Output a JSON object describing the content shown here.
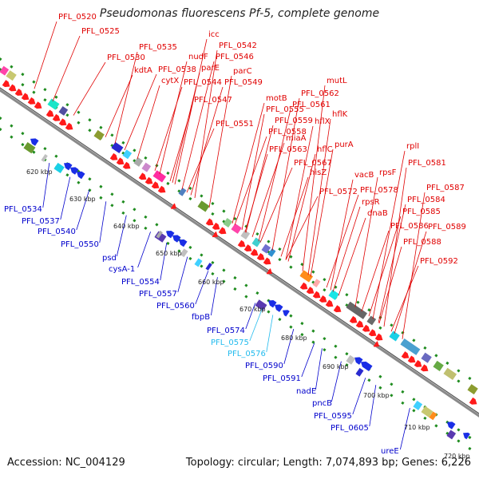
{
  "title": "Pseudomonas fluorescens Pf-5, complete genome",
  "footer": {
    "accession": "Accession: NC_004129",
    "summary": "Topology: circular; Length: 7,074,893 bp; Genes: 6,226"
  },
  "colors": {
    "forward_label": "#e00000",
    "reverse_label": "#0000cc",
    "rna_label": "#22bbee",
    "forward_arrow": "#ff1a1a",
    "reverse_arrow": "#1a2ee6",
    "backbone": "#8a8a8a",
    "tick": "#1f8c1f"
  },
  "scale_labels": [
    "620 kbp",
    "630 kbp",
    "640 kbp",
    "650 kbp",
    "660 kbp",
    "670 kbp",
    "680 kbp",
    "690 kbp",
    "700 kbp",
    "710 kbp",
    "720 kbp"
  ],
  "forward_genes": [
    "PFL_0520",
    "PFL_0525",
    "PFL_0530",
    "PFL_0535",
    "kdtA",
    "icc",
    "PFL_0542",
    "nudF",
    "PFL_0538",
    "cytX",
    "parE",
    "PFL_0546",
    "parC",
    "PFL_0544",
    "PFL_0549",
    "PFL_0547",
    "PFL_0551",
    "motB",
    "PFL_0555",
    "PFL_0559",
    "PFL_0558",
    "mutL",
    "PFL_0562",
    "PFL_0561",
    "hflK",
    "hflX",
    "miaA",
    "PFL_0563",
    "hflC",
    "PFL_0567",
    "purA",
    "hisZ",
    "PFL_0572",
    "vacB",
    "rpsR",
    "PFL_0578",
    "rpsF",
    "dnaB",
    "rplI",
    "PFL_0581",
    "PFL_0584",
    "PFL_0585",
    "PFL_0587",
    "PFL_0586",
    "PFL_0589",
    "PFL_0588",
    "PFL_0592"
  ],
  "reverse_genes": [
    "PFL_0534",
    "PFL_0537",
    "PFL_0540",
    "PFL_0550",
    "psd",
    "cysA-1",
    "PFL_0554",
    "PFL_0557",
    "PFL_0560",
    "fbpB",
    "PFL_0574",
    "PFL_0575",
    "PFL_0576",
    "PFL_0590",
    "PFL_0591",
    "nadE",
    "pncB",
    "PFL_0595",
    "PFL_0605",
    "ureE"
  ],
  "rna_genes": [
    "PFL_0575",
    "PFL_0576"
  ]
}
